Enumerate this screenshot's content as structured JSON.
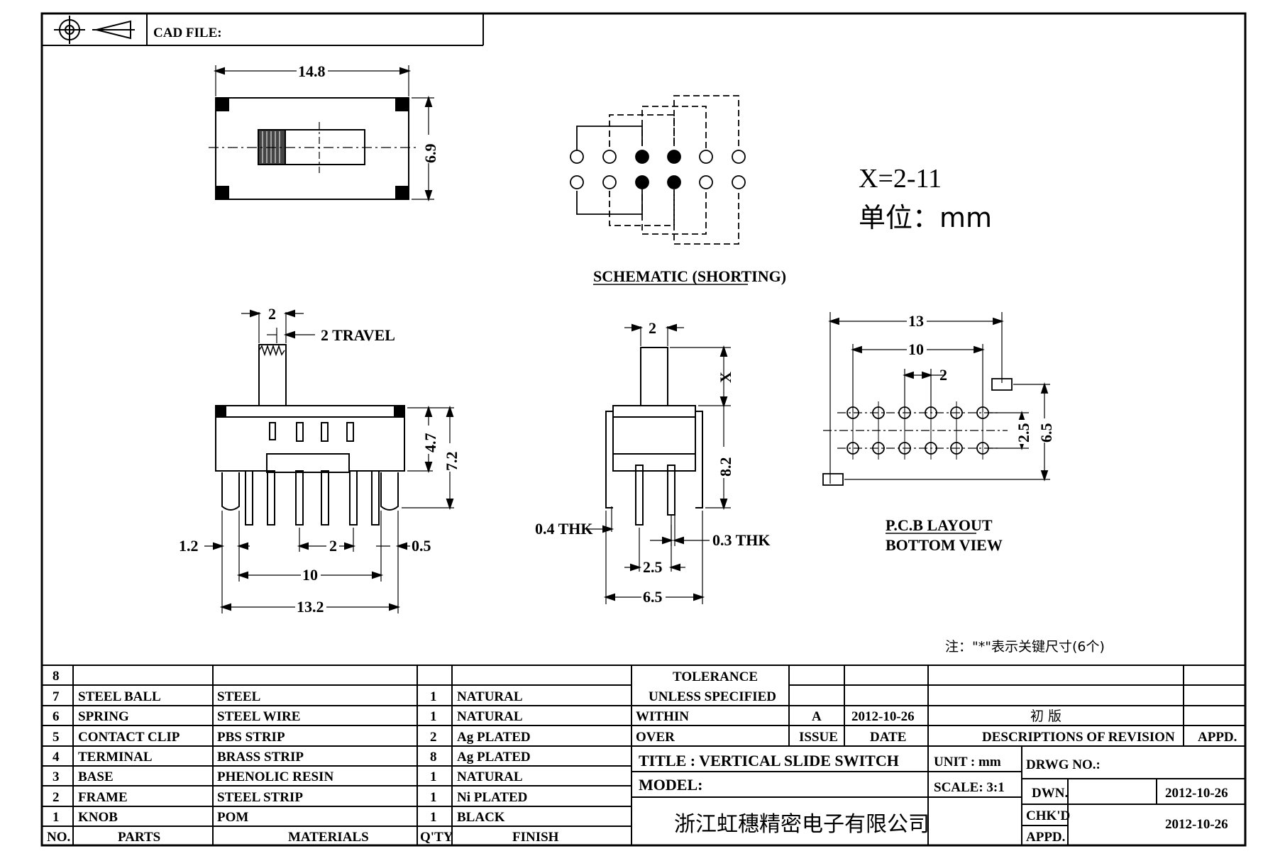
{
  "header": {
    "cad_file_label": "CAD FILE:",
    "projection_symbol": "first-angle-projection-icon"
  },
  "notes": {
    "x_range": "X=2-11",
    "unit_note": "单位：mm",
    "schematic_label": "SCHEMATIC (SHORTING)",
    "pcb_label_1": "P.C.B LAYOUT",
    "pcb_label_2": "BOTTOM VIEW",
    "key_dim_note": "注：\"*\"表示关键尺寸(6个)"
  },
  "dimensions": {
    "top_view_length": "14.8",
    "top_view_width": "6.9",
    "front_knob_width": "2",
    "front_travel": "2 TRAVEL",
    "front_body_height": "4.7",
    "front_total_height": "7.2",
    "front_pin_width": "1.2",
    "front_pitch": "2",
    "front_frame_leg": "0.5",
    "front_span_10": "10",
    "front_span_13_2": "13.2",
    "side_knob_width": "2",
    "side_knob_height": "X",
    "side_height": "8.2",
    "side_thk_04": "0.4 THK",
    "side_thk_03": "0.3 THK",
    "side_pitch": "2.5",
    "side_width": "6.5",
    "pcb_span_13": "13",
    "pcb_span_10": "10",
    "pcb_pitch": "2",
    "pcb_row_pitch": "2.5",
    "pcb_total": "6.5"
  },
  "bom": {
    "headers": [
      "NO.",
      "PARTS",
      "MATERIALS",
      "Q'TY",
      "FINISH"
    ],
    "rows": [
      {
        "no": "8",
        "part": "",
        "material": "",
        "qty": "",
        "finish": ""
      },
      {
        "no": "7",
        "part": "STEEL BALL",
        "material": "STEEL",
        "qty": "1",
        "finish": "NATURAL"
      },
      {
        "no": "6",
        "part": "SPRING",
        "material": "STEEL WIRE",
        "qty": "1",
        "finish": "NATURAL"
      },
      {
        "no": "5",
        "part": "CONTACT CLIP",
        "material": "PBS STRIP",
        "qty": "2",
        "finish": "Ag PLATED"
      },
      {
        "no": "4",
        "part": "TERMINAL",
        "material": "BRASS STRIP",
        "qty": "8",
        "finish": "Ag PLATED"
      },
      {
        "no": "3",
        "part": "BASE",
        "material": "PHENOLIC RESIN",
        "qty": "1",
        "finish": "NATURAL"
      },
      {
        "no": "2",
        "part": "FRAME",
        "material": "STEEL STRIP",
        "qty": "1",
        "finish": "Ni PLATED"
      },
      {
        "no": "1",
        "part": "KNOB",
        "material": "POM",
        "qty": "1",
        "finish": "BLACK"
      }
    ]
  },
  "title_block": {
    "tolerance_1": "TOLERANCE",
    "tolerance_2": "UNLESS  SPECIFIED",
    "within": "WITHIN",
    "over": "OVER",
    "rev_issue": "A",
    "rev_date": "2012-10-26",
    "rev_desc": "初  版",
    "issue_label": "ISSUE",
    "date_label": "DATE",
    "desc_label": "DESCRIPTIONS OF REVISION",
    "appd_label": "APPD.",
    "title": "TITLE :  VERTICAL SLIDE SWITCH",
    "unit": "UNIT :  mm",
    "drwg_no": "DRWG NO.:",
    "model": "MODEL:",
    "scale": "SCALE:  3:1",
    "dwn_label": "DWN.",
    "dwn_date": "2012-10-26",
    "company": "浙江虹穗精密电子有限公司",
    "chkd_label": "CHK'D",
    "chkd_date": "2012-10-26",
    "appd_label2": "APPD."
  }
}
